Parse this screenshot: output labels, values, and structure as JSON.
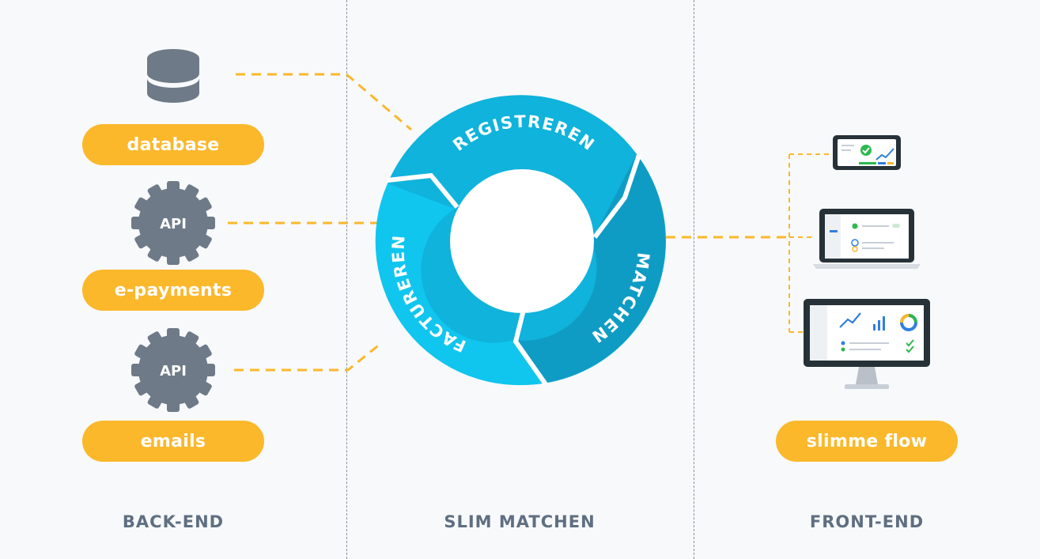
{
  "backend": {
    "section_label": "BACK-END",
    "items": [
      {
        "label": "database",
        "icon": "database-icon"
      },
      {
        "label": "e-payments",
        "icon": "gear-icon",
        "icon_text": "API"
      },
      {
        "label": "emails",
        "icon": "gear-icon",
        "icon_text": "API"
      }
    ]
  },
  "center": {
    "section_label": "SLIM MATCHEN",
    "cycle_segments": [
      "REGISTREREN",
      "MATCHEN",
      "FACTUREREN"
    ]
  },
  "frontend": {
    "section_label": "FRONT-END",
    "devices": [
      "tablet-icon",
      "laptop-icon",
      "monitor-icon"
    ],
    "item_label": "slimme flow"
  },
  "colors": {
    "accent": "#fbb82b",
    "cycle_light": "#10c6ef",
    "cycle_mid": "#0fb3dc",
    "cycle_dark": "#0f9cc4",
    "icon_gray": "#6e7a88",
    "label_gray": "#5f6f82",
    "background": "#f8f9fb"
  }
}
